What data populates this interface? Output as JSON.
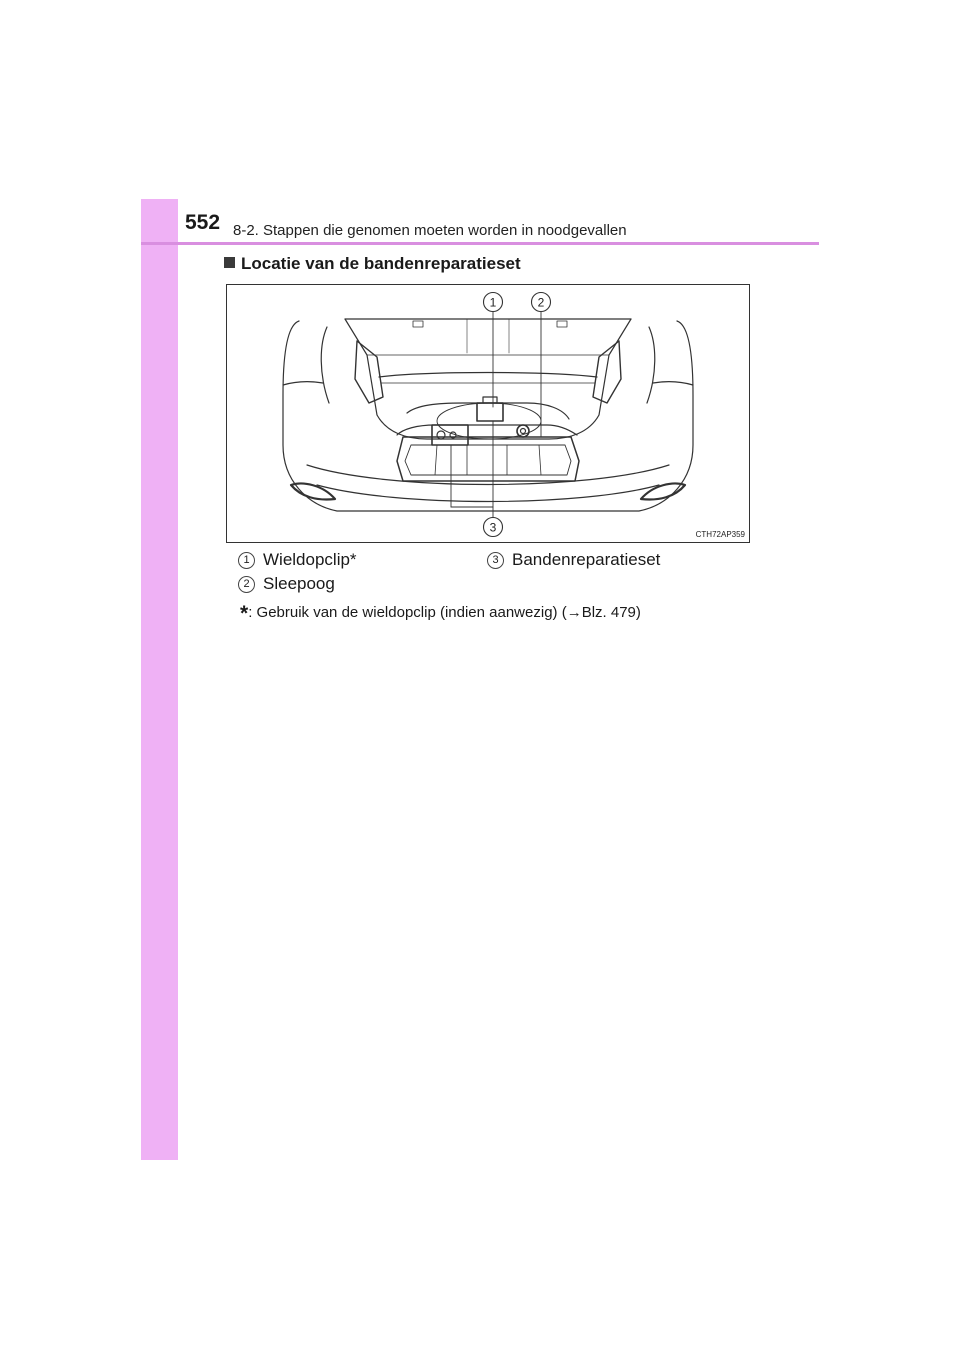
{
  "header": {
    "page_number": "552",
    "chapter": "8-2. Stappen die genomen moeten worden in noodgevallen"
  },
  "section": {
    "heading": "Locatie van de bandenreparatieset"
  },
  "figure": {
    "code": "CTH72AP359",
    "callouts": [
      "1",
      "2",
      "3"
    ]
  },
  "legend": [
    {
      "number": "1",
      "label": "Wieldopclip*"
    },
    {
      "number": "2",
      "label": "Sleepoog"
    },
    {
      "number": "3",
      "label": "Bandenreparatieset"
    }
  ],
  "footnote": {
    "marker": "*",
    "text": ": Gebruik van de wieldopclip (indien aanwezig) (",
    "arrow": "→",
    "ref": "Blz. 479)"
  },
  "colors": {
    "side_band": "#efb1f5",
    "header_rule": "#d98fe0"
  }
}
